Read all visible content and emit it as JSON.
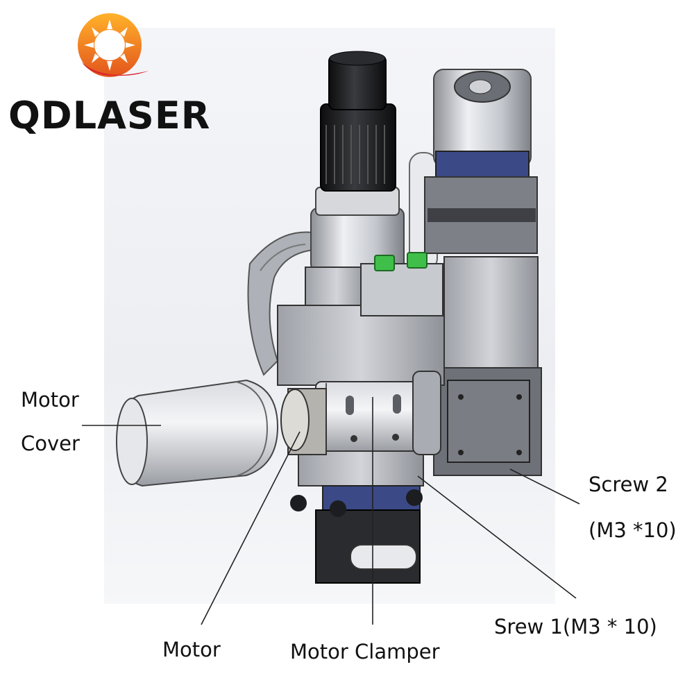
{
  "logo": {
    "brand": "QDLASER",
    "brand_main": "QDLASER",
    "accent_letter": "",
    "colors": {
      "sun": "#f39a1e",
      "swirl": "#d8262c",
      "text": "#111111"
    }
  },
  "labels": {
    "motor_cover_line1": "Motor",
    "motor_cover_line2": "Cover",
    "screw2_line1": "Screw 2",
    "screw2_line2": "(M3 *10)",
    "screw1": "Srew 1(M3 * 10)",
    "motor": "Motor",
    "motor_clamper": "Motor Clamper"
  },
  "colors": {
    "body": "#c9ccd2",
    "dark": "#1c1d20",
    "blue": "#3b4a86",
    "green": "#3fbf4a",
    "metal": "#b9bcc2"
  }
}
